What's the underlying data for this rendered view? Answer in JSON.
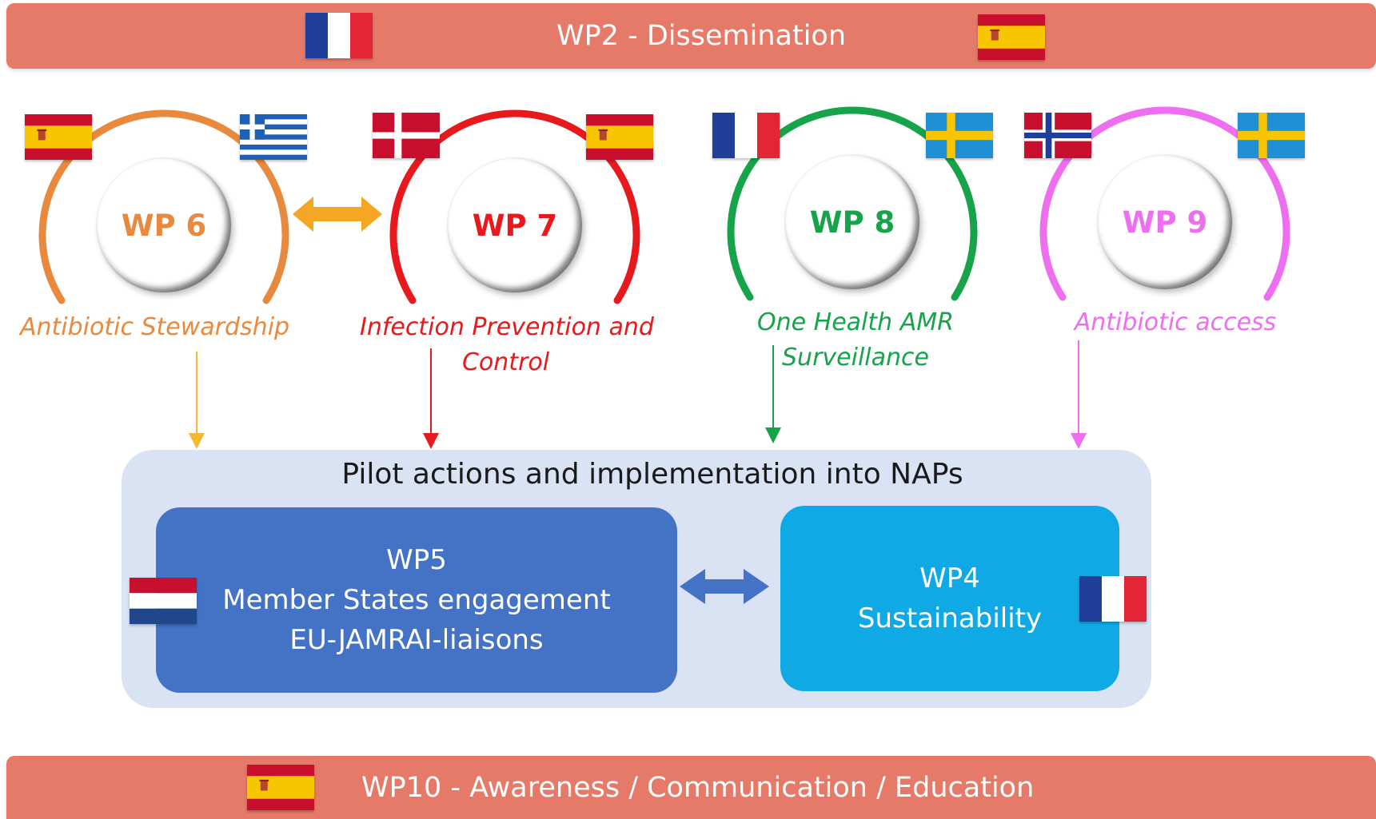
{
  "banners": {
    "top": "WP2 - Dissemination",
    "bottom": "WP10 - Awareness / Communication / Education"
  },
  "work_packages": [
    {
      "label": "WP 6",
      "caption_line1": "Antibiotic Stewardship",
      "caption_line2": "",
      "color": "#e8893e",
      "flags": [
        "spain",
        "greece"
      ]
    },
    {
      "label": "WP 7",
      "caption_line1": "Infection Prevention and",
      "caption_line2": "Control",
      "color": "#e8191c",
      "flags": [
        "denmark",
        "spain"
      ]
    },
    {
      "label": "WP 8",
      "caption_line1": "One Health AMR",
      "caption_line2": "Surveillance",
      "color": "#16a34a",
      "flags": [
        "france",
        "sweden"
      ]
    },
    {
      "label": "WP 9",
      "caption_line1": "Antibiotic access",
      "caption_line2": "",
      "color": "#ee6ef0",
      "flags": [
        "norway",
        "sweden"
      ]
    }
  ],
  "pilot": {
    "title": "Pilot actions and implementation into NAPs",
    "wp5": {
      "line1": "WP5",
      "line2": "Member States engagement",
      "line3": "EU-JAMRAI-liaisons",
      "color": "#4472c4",
      "flag": "netherlands"
    },
    "wp4": {
      "line1": "WP4",
      "line2": "Sustainability",
      "color": "#0fa9e6",
      "flag": "france"
    }
  },
  "colors": {
    "banner": "#e57a69",
    "pilot_background": "#dae3f3",
    "wp6_wp7_arrow": "#f5a623",
    "wp5_wp4_arrow": "#4472c4"
  }
}
